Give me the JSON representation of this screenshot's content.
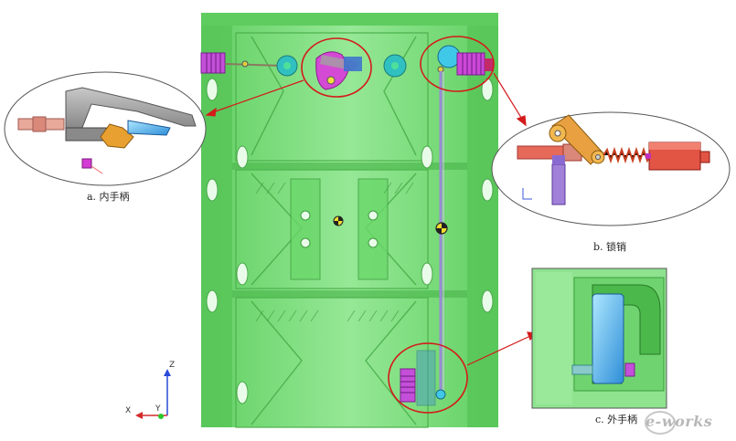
{
  "captions": {
    "inner_handle": "a. 内手柄",
    "lock_pin": "b. 锁销",
    "outer_handle": "c. 外手柄"
  },
  "triad": {
    "z": "Z",
    "x": "X",
    "y": "Y"
  },
  "logo": {
    "text": "e-works"
  },
  "colors": {
    "panel_green": "#7ee07e",
    "panel_dark": "#5cc95c",
    "highlight_red": "#d41a1a",
    "mechanism_magenta": "#c23bd4",
    "mechanism_cyan": "#39c4e6",
    "lock_orange": "#e8a030",
    "lock_red": "#e25444",
    "handle_grey": "#9a9a9a",
    "handle_blue": "#3a82e0"
  }
}
